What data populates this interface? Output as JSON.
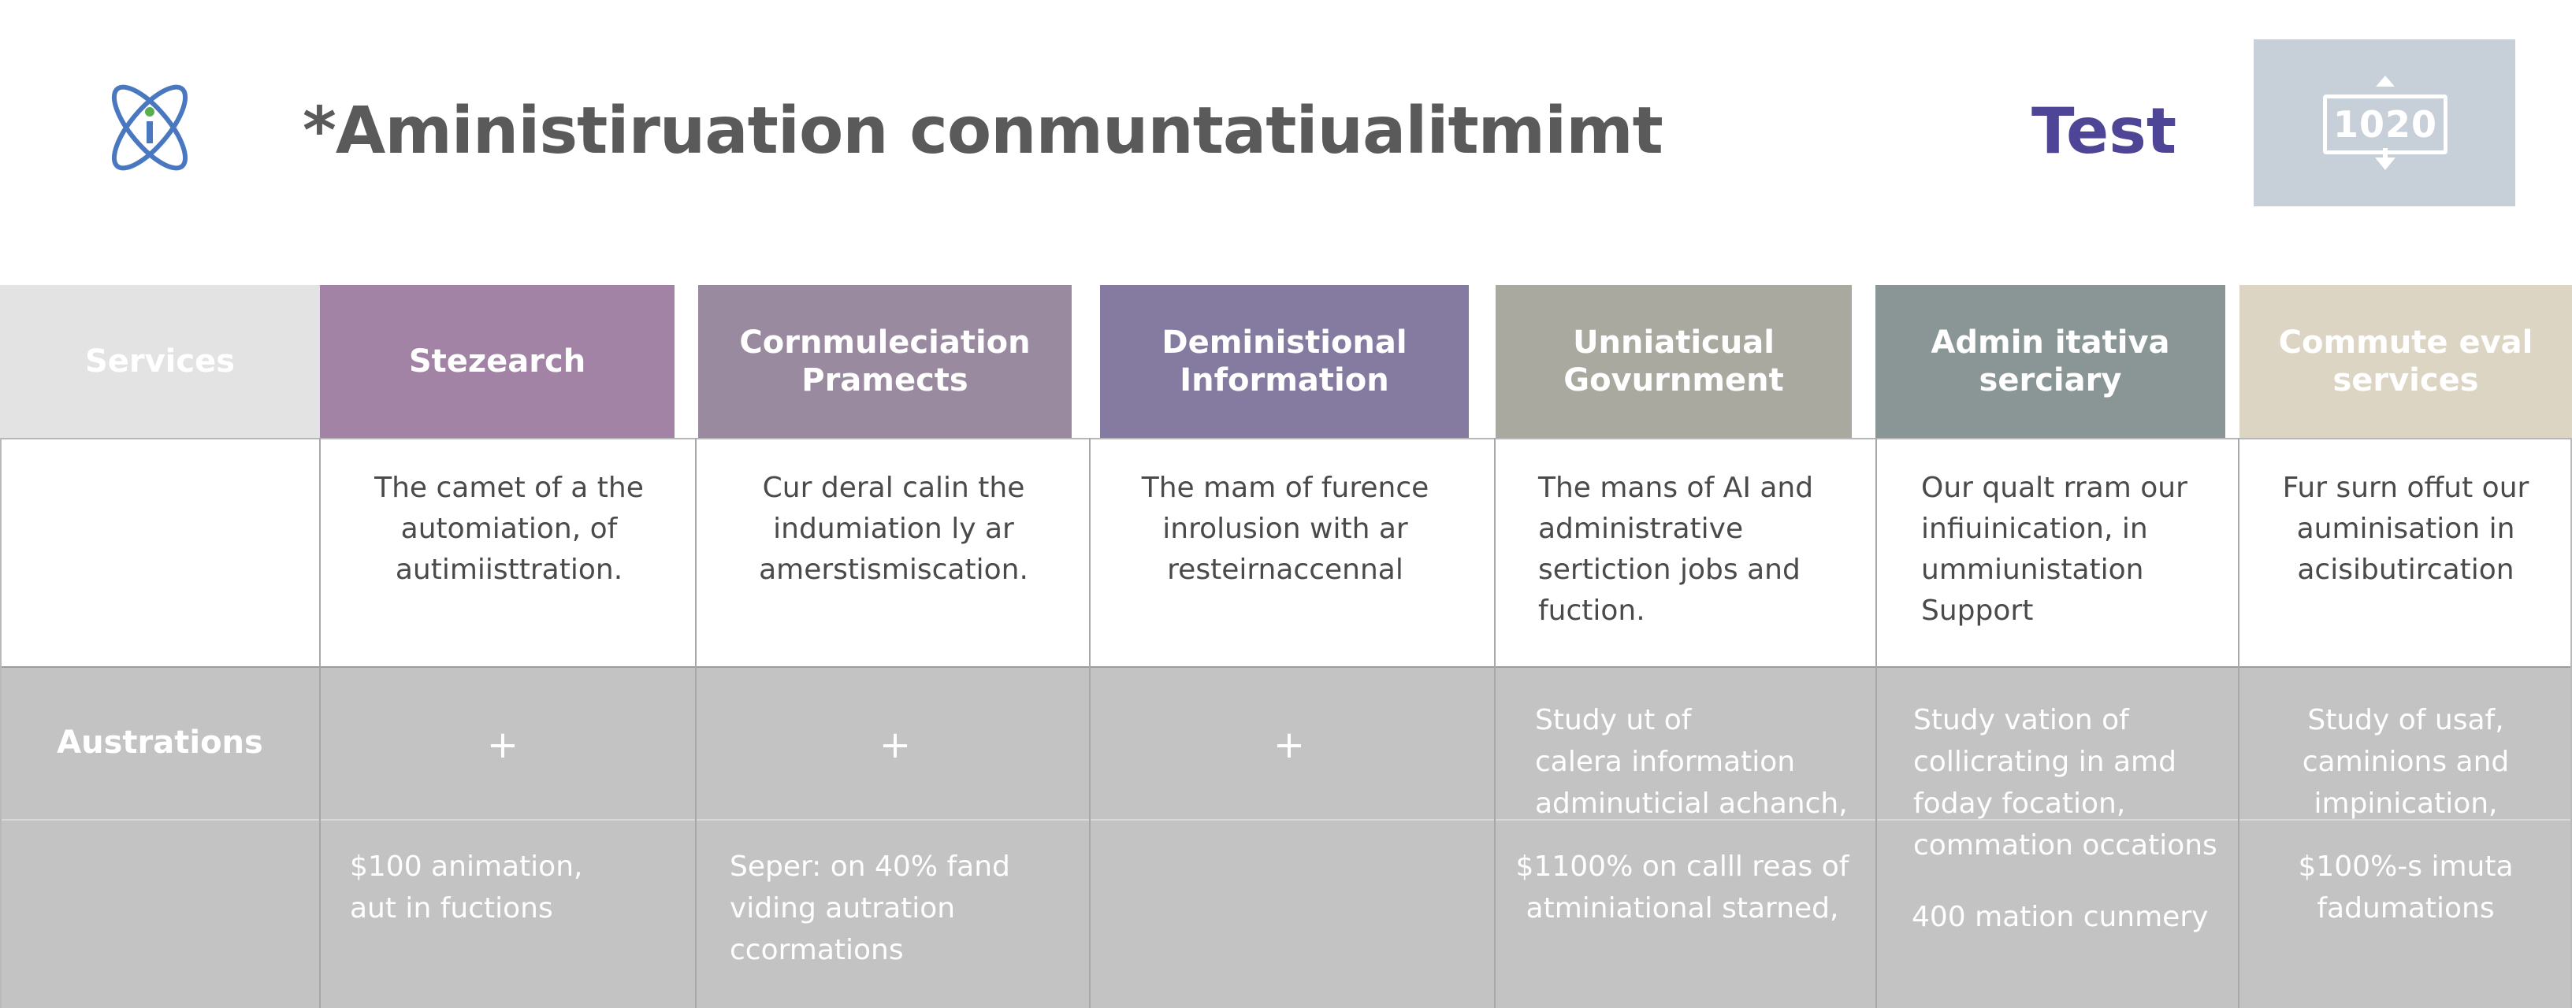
{
  "header": {
    "title": "*Aministiruation conmuntatiualitmimt",
    "right_label": "Test",
    "badge_number": "1020",
    "logo_icon": "atom-logo-icon",
    "badge_icon": "counter-download-icon"
  },
  "colors": {
    "title": "#5a5a5a",
    "test_label": "#4f4597",
    "badge_bg": "#c7d0d8",
    "grey_block": "#c3c3c3",
    "services_head": "#e3e3e3",
    "col1": "#a283a6",
    "col2": "#9a8aa0",
    "col3": "#857aa0",
    "col4": "#a9a9a0",
    "col5": "#8a9695",
    "col6": "#ddd5c3"
  },
  "table": {
    "row_label_services": "Services",
    "row_label_austrations": "Austrations",
    "columns": [
      {
        "header": "Stezearch",
        "description": "The camet of a the\nautomiation, of\nautimiisttration.",
        "austration": "+",
        "bottom": "$100 animation,\naut in fuctions"
      },
      {
        "header": "Cornmuleciation\nPramects",
        "description": "Cur deral calin the\nindumiation ly ar\namerstismiscation.",
        "austration": "+",
        "bottom": "Seper: on 40% fand\nviding autration\nccormations"
      },
      {
        "header": "Deministional\nInformation",
        "description": "The mam of furence\ninrolusion with ar\nresteirnaccennal",
        "austration": "+",
        "bottom": ""
      },
      {
        "header": "Unniaticual\nGovurnment",
        "description": "The mans of AI and\nadministrative\nsertiction jobs and\nfuction.",
        "austration": "Study ut of\ncalera information\nadminuticial achanch,",
        "bottom": "$1100% on calll reas of\natminiational starned,"
      },
      {
        "header": "Admin itativa\nserciary",
        "description": "Our qualt rram our\ninfiuinication, in\nummiunistation\nSupport",
        "austration": "Study vation of\ncollicrating in amd\nfoday focation,\ncommation occations",
        "bottom": "400 mation cunmery"
      },
      {
        "header": "Commute eval\nservices",
        "description": "Fur surn offut our\nauminisation in\nacisibutircation",
        "austration": "Study of usaf,\ncaminions and\nimpinication,",
        "bottom": "$100%-s imuta\nfadumations"
      }
    ]
  }
}
